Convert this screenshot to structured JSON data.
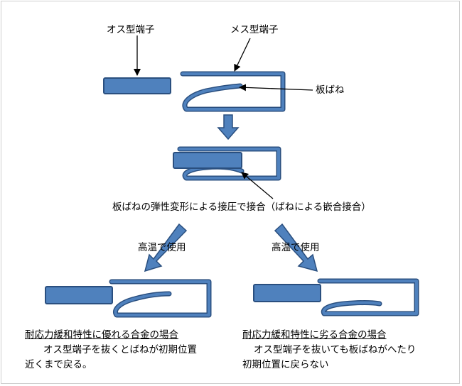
{
  "labels": {
    "male_terminal": "オス型端子",
    "female_terminal": "メス型端子",
    "leaf_spring": "板ばね",
    "contact_description": "板ばねの弾性変形による接圧で接合（ばねによる嵌合接合）",
    "high_temp_left": "高温で使用",
    "high_temp_right": "高温で使用"
  },
  "cases": {
    "good": {
      "title": "耐応力緩和特性に優れる合金の場合",
      "line1": "オス型端子を抜くとばねが初期位置",
      "line2": "近くまで戻る。"
    },
    "poor": {
      "title": "耐応力緩和特性に劣る合金の場合",
      "line1": "オス型端子を抜いても板ばねがへたり",
      "line2": "初期位置に戻らない"
    }
  },
  "colors": {
    "terminal_fill": "#4f81bd",
    "terminal_stroke": "#2a4f7f",
    "arrow_fill": "#4f81bd",
    "frame_border": "#cfcfcf"
  }
}
